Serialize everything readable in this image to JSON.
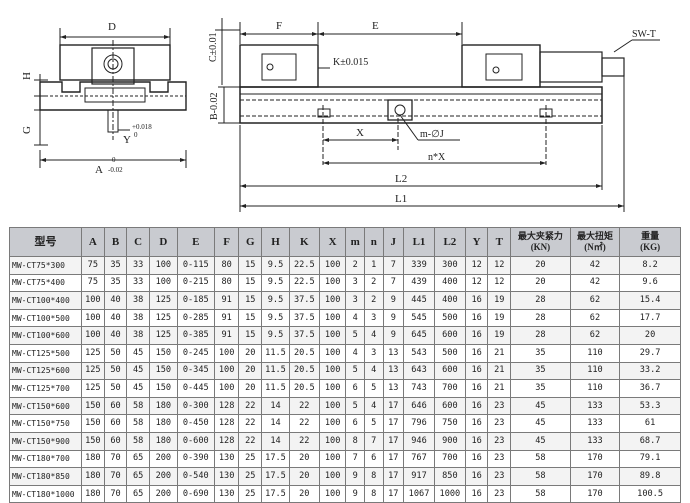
{
  "drawing": {
    "labels": {
      "D": "D",
      "H": "H",
      "G": "G",
      "Y": "Y",
      "A": "A",
      "y_tol_top": "+0.018",
      "y_tol_bot": "0",
      "a_tol_top": "0",
      "a_tol_bot": "-0.02",
      "F": "F",
      "E": "E",
      "C": "C±0.01",
      "K": "K±0.015",
      "SW": "SW-T",
      "B": "B-0.02",
      "B0": "0",
      "X": "X",
      "J": "m-∅J",
      "nX": "n*X",
      "L2": "L2",
      "L1": "L1"
    }
  },
  "table": {
    "headers": [
      "型号",
      "A",
      "B",
      "C",
      "D",
      "E",
      "F",
      "G",
      "H",
      "K",
      "X",
      "m",
      "n",
      "J",
      "L1",
      "L2",
      "Y",
      "T"
    ],
    "header_force": [
      "最大夹紧力",
      "(KN)"
    ],
    "header_torque": [
      "最大扭矩",
      "(N㎡)"
    ],
    "header_weight": [
      "重量",
      "(KG)"
    ],
    "rows": [
      [
        "MW-CT75*300",
        "75",
        "35",
        "33",
        "100",
        "0-115",
        "80",
        "15",
        "9.5",
        "22.5",
        "100",
        "2",
        "1",
        "7",
        "339",
        "300",
        "12",
        "12",
        "20",
        "42",
        "8.2"
      ],
      [
        "MW-CT75*400",
        "75",
        "35",
        "33",
        "100",
        "0-215",
        "80",
        "15",
        "9.5",
        "22.5",
        "100",
        "3",
        "2",
        "7",
        "439",
        "400",
        "12",
        "12",
        "20",
        "42",
        "9.6"
      ],
      [
        "MW-CT100*400",
        "100",
        "40",
        "38",
        "125",
        "0-185",
        "91",
        "15",
        "9.5",
        "37.5",
        "100",
        "3",
        "2",
        "9",
        "445",
        "400",
        "16",
        "19",
        "28",
        "62",
        "15.4"
      ],
      [
        "MW-CT100*500",
        "100",
        "40",
        "38",
        "125",
        "0-285",
        "91",
        "15",
        "9.5",
        "37.5",
        "100",
        "4",
        "3",
        "9",
        "545",
        "500",
        "16",
        "19",
        "28",
        "62",
        "17.7"
      ],
      [
        "MW-CT100*600",
        "100",
        "40",
        "38",
        "125",
        "0-385",
        "91",
        "15",
        "9.5",
        "37.5",
        "100",
        "5",
        "4",
        "9",
        "645",
        "600",
        "16",
        "19",
        "28",
        "62",
        "20"
      ],
      [
        "MW-CT125*500",
        "125",
        "50",
        "45",
        "150",
        "0-245",
        "100",
        "20",
        "11.5",
        "20.5",
        "100",
        "4",
        "3",
        "13",
        "543",
        "500",
        "16",
        "21",
        "35",
        "110",
        "29.7"
      ],
      [
        "MW-CT125*600",
        "125",
        "50",
        "45",
        "150",
        "0-345",
        "100",
        "20",
        "11.5",
        "20.5",
        "100",
        "5",
        "4",
        "13",
        "643",
        "600",
        "16",
        "21",
        "35",
        "110",
        "33.2"
      ],
      [
        "MW-CT125*700",
        "125",
        "50",
        "45",
        "150",
        "0-445",
        "100",
        "20",
        "11.5",
        "20.5",
        "100",
        "6",
        "5",
        "13",
        "743",
        "700",
        "16",
        "21",
        "35",
        "110",
        "36.7"
      ],
      [
        "MW-CT150*600",
        "150",
        "60",
        "58",
        "180",
        "0-300",
        "128",
        "22",
        "14",
        "22",
        "100",
        "5",
        "4",
        "17",
        "646",
        "600",
        "16",
        "23",
        "45",
        "133",
        "53.3"
      ],
      [
        "MW-CT150*750",
        "150",
        "60",
        "58",
        "180",
        "0-450",
        "128",
        "22",
        "14",
        "22",
        "100",
        "6",
        "5",
        "17",
        "796",
        "750",
        "16",
        "23",
        "45",
        "133",
        "61"
      ],
      [
        "MW-CT150*900",
        "150",
        "60",
        "58",
        "180",
        "0-600",
        "128",
        "22",
        "14",
        "22",
        "100",
        "8",
        "7",
        "17",
        "946",
        "900",
        "16",
        "23",
        "45",
        "133",
        "68.7"
      ],
      [
        "MW-CT180*700",
        "180",
        "70",
        "65",
        "200",
        "0-390",
        "130",
        "25",
        "17.5",
        "20",
        "100",
        "7",
        "6",
        "17",
        "767",
        "700",
        "16",
        "23",
        "58",
        "170",
        "79.1"
      ],
      [
        "MW-CT180*850",
        "180",
        "70",
        "65",
        "200",
        "0-540",
        "130",
        "25",
        "17.5",
        "20",
        "100",
        "9",
        "8",
        "17",
        "917",
        "850",
        "16",
        "23",
        "58",
        "170",
        "89.8"
      ],
      [
        "MW-CT180*1000",
        "180",
        "70",
        "65",
        "200",
        "0-690",
        "130",
        "25",
        "17.5",
        "20",
        "100",
        "9",
        "8",
        "17",
        "1067",
        "1000",
        "16",
        "23",
        "58",
        "170",
        "100.5"
      ]
    ]
  }
}
